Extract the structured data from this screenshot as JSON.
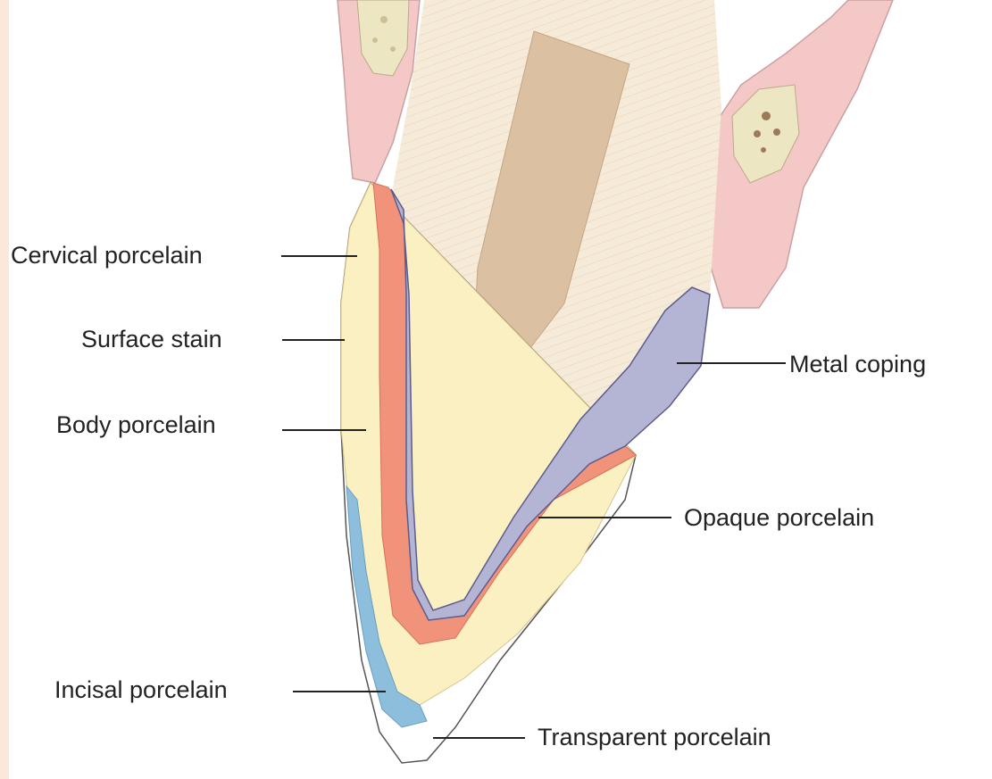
{
  "labels": {
    "cervical": "Cervical porcelain",
    "surface_stain": "Surface stain",
    "body": "Body porcelain",
    "incisal": "Incisal porcelain",
    "metal_coping": "Metal coping",
    "opaque": "Opaque porcelain",
    "transparent": "Transparent porcelain"
  },
  "colors": {
    "background": "#fbe8d8",
    "gingiva": "#f5c8c8",
    "bone": "#ece6c2",
    "dentin": "#f6ead8",
    "pulp": "#dcc0a2",
    "body_porcelain": "#fbf0c2",
    "opaque_porcelain": "#f0937a",
    "metal_coping": "#b4b4d4",
    "incisal_porcelain": "#8dbfdc",
    "transparent_porcelain": "#ffffff"
  }
}
